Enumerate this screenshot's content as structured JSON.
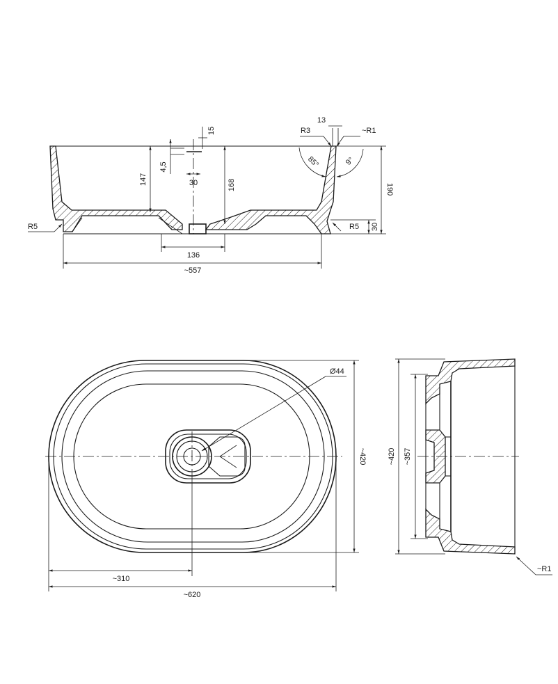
{
  "section_view": {
    "dims": {
      "d15": "15",
      "d13": "13",
      "r3": "R3",
      "r1": "~R1",
      "d4_5": "4,5",
      "d147": "147",
      "d30": "30",
      "d168": "168",
      "a85": "85°",
      "a9": "9°",
      "d190": "190",
      "r5_left": "R5",
      "r5_right": "R5",
      "d30_base": "30",
      "d136": "136",
      "d557": "~557"
    }
  },
  "top_view": {
    "dims": {
      "drain": "Ø44",
      "height": "~420",
      "half_width": "~310",
      "width": "~620"
    }
  },
  "side_view": {
    "dims": {
      "outer": "~420",
      "inner": "~357",
      "r1": "~R1"
    }
  }
}
